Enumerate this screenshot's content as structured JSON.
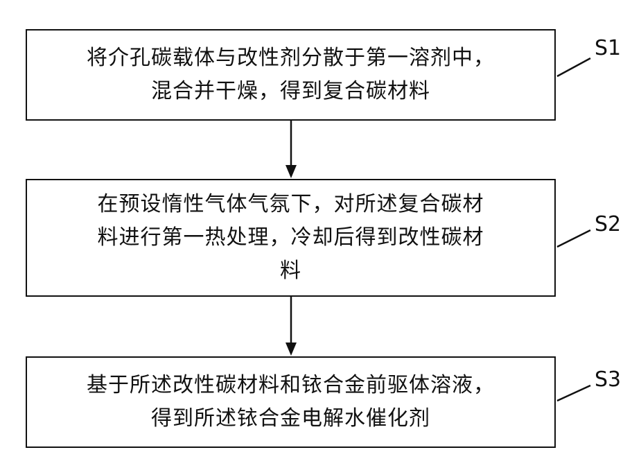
{
  "steps": [
    {
      "id": "S1",
      "lines": [
        "将介孔碳载体与改性剂分散于第一溶剂中，",
        "混合并干燥，得到复合碳材料"
      ]
    },
    {
      "id": "S2",
      "lines": [
        "在预设惰性气体气氛下，对所述复合碳材",
        "料进行第一热处理，冷却后得到改性碳材",
        "料"
      ]
    },
    {
      "id": "S3",
      "lines": [
        "基于所述改性碳材料和铱合金前驱体溶液，",
        "得到所述铱合金电解水催化剂"
      ]
    }
  ]
}
